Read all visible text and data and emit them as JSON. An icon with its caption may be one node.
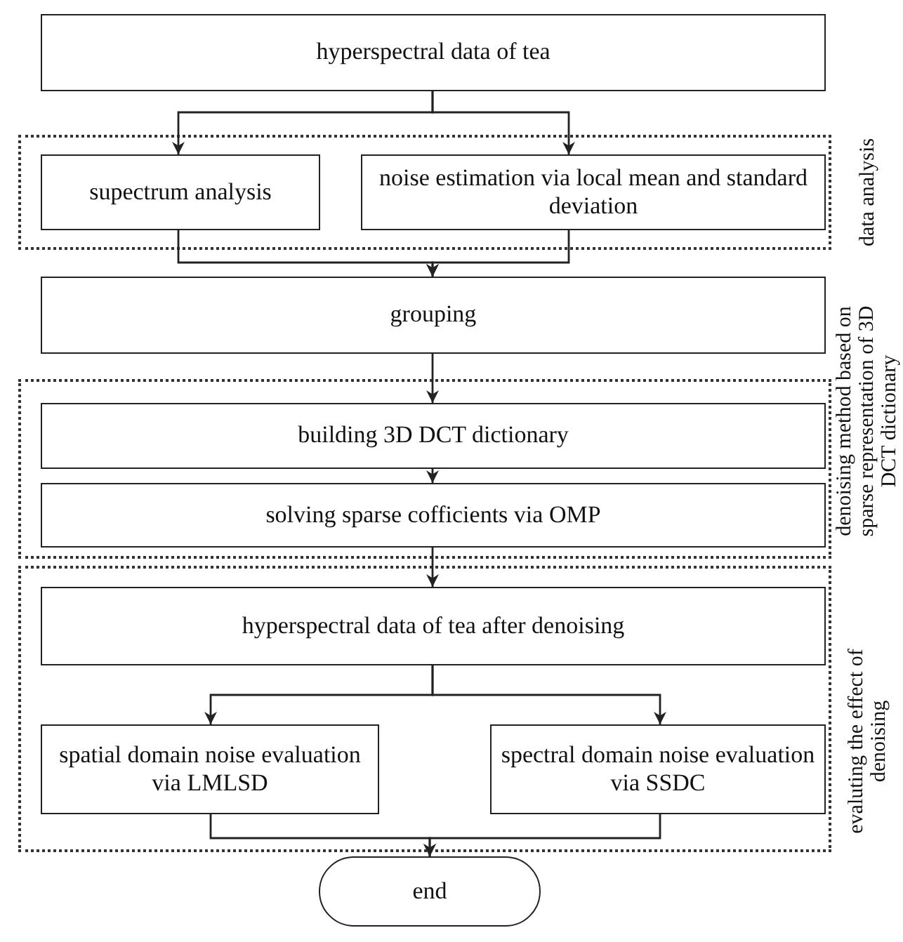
{
  "diagram": {
    "nodes": [
      {
        "text": [
          "hyperspectral data of tea"
        ]
      },
      {
        "text": [
          "data analysis"
        ]
      },
      {
        "text": [
          "supectrum analysis"
        ],
        "in": 1
      },
      {
        "text": [
          "noise estimation via local mean and standard deviation"
        ],
        "in": 1
      },
      {
        "text": [
          "grouping"
        ]
      },
      {
        "text": [
          "denoising method based on sparse representation of 3D DCT dictionary"
        ]
      },
      {
        "text": [
          "building 3D DCT dictionary"
        ],
        "in": 5
      },
      {
        "text": [
          "solving sparse cofficients via OMP"
        ],
        "in": 5
      },
      {
        "text": [
          "evaluting the effect of denoising"
        ]
      },
      {
        "text": [
          "hyperspectral data of tea after denoising"
        ],
        "in": 8
      },
      {
        "text": [
          "spatial domain noise evaluation via LMLSD"
        ],
        "in": 8
      },
      {
        "text": [
          "spectral domain noise evaluation via SSDC"
        ],
        "in": 8
      },
      {
        "text": [
          "end"
        ]
      }
    ],
    "edges": [
      {
        "from": 0,
        "to": 2,
        "arrow": "to"
      },
      {
        "from": 0,
        "to": 3,
        "arrow": "to"
      },
      {
        "from": 2,
        "to": 4,
        "arrow": "to"
      },
      {
        "from": 3,
        "to": 4,
        "arrow": "to"
      },
      {
        "from": 4,
        "to": 6,
        "arrow": "to"
      },
      {
        "from": 6,
        "to": 7,
        "arrow": "to"
      },
      {
        "from": 7,
        "to": 9,
        "arrow": "to"
      },
      {
        "from": 9,
        "to": 10,
        "arrow": "to"
      },
      {
        "from": 9,
        "to": 11,
        "arrow": "to"
      },
      {
        "from": 10,
        "to": 12,
        "arrow": "to"
      },
      {
        "from": 11,
        "to": 12,
        "arrow": "to"
      }
    ]
  }
}
